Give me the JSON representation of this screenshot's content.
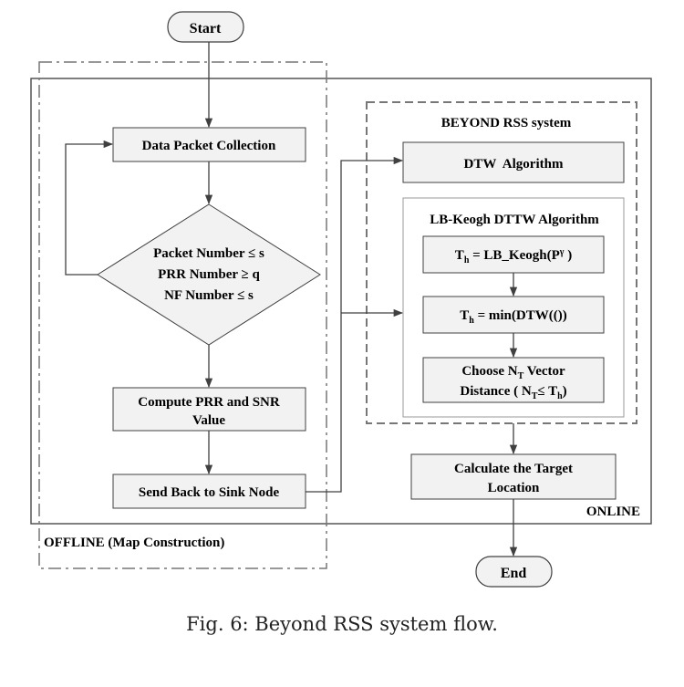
{
  "start_label": "Start",
  "end_label": "End",
  "offline_label": "OFFLINE (Map Construction)",
  "online_label": "ONLINE",
  "beyond_label": "BEYOND RSS system",
  "lbkeogh_label": "LB-Keogh DTTW Algorithm",
  "data_packet": "Data Packet Collection",
  "decision": {
    "line1": "Packet Number  ≤ s",
    "line2": "PRR Number ≥ q",
    "line3": "NF Number  ≤ s"
  },
  "compute": {
    "line1": "Compute PRR and SNR",
    "line2": "Value"
  },
  "send_back": "Send Back to Sink Node",
  "dtw": "DTW  Algorithm",
  "th_keogh": {
    "t": "T",
    "sub": "h",
    "rest": " = LB_Keogh(P",
    "sup": "γ",
    "close": " )"
  },
  "th_min": {
    "t": "T",
    "sub": "h",
    "rest": " = min(DTW(())"
  },
  "choose": {
    "line1_a": "Choose N",
    "line1_sub": "T",
    "line1_b": " Vector",
    "line2_a": "Distance ( N",
    "line2_sub": "T",
    "line2_b": "≤ T",
    "line2_sub2": "h",
    "line2_c": ")"
  },
  "calculate": {
    "line1": "Calculate the Target",
    "line2": "Location"
  },
  "caption": "Fig. 6: Beyond RSS system flow.",
  "colors": {
    "box_fill": "#f2f2f2",
    "stroke": "#404040",
    "dash": "#777777"
  }
}
